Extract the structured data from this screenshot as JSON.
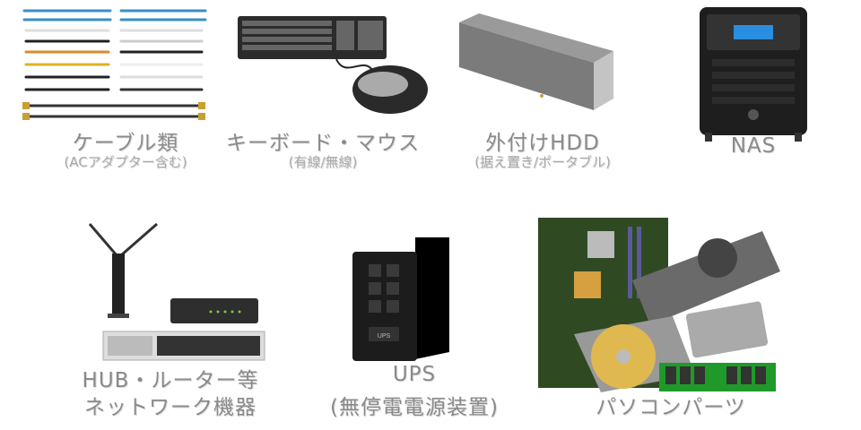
{
  "items": [
    {
      "title": "ケーブル類",
      "subtitle": "(ACアダプター含む)"
    },
    {
      "title": "キーボード・マウス",
      "subtitle": "(有線/無線)"
    },
    {
      "title": "外付けHDD",
      "subtitle": "(据え置き/ポータブル)"
    },
    {
      "title": "NAS"
    },
    {
      "title": "HUB・ルーター等",
      "subtitle": "ネットワーク機器"
    },
    {
      "title": "UPS",
      "subtitle": "(無停電電源装置)"
    },
    {
      "title": "パソコンパーツ"
    }
  ],
  "ups_badge": "UPS"
}
